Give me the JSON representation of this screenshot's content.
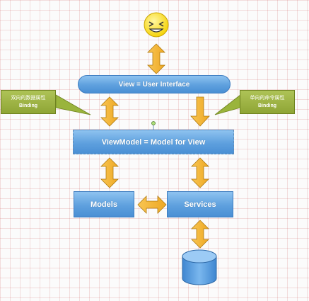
{
  "diagram": {
    "view_label": "View = User Interface",
    "viewmodel_label": "ViewModel = Model for View",
    "models_label": "Models",
    "services_label": "Services",
    "callout_left": {
      "line1": "双向的数据属性",
      "line2": "Binding"
    },
    "callout_right": {
      "line1": "单向的命令属性",
      "line2": "Binding"
    }
  },
  "colors": {
    "box_blue": "#5ea0de",
    "arrow_orange": "#f5b432",
    "callout_green": "#9ab43c",
    "smiley_yellow": "#ffe521"
  },
  "icons": [
    "smiley-face-icon",
    "database-cylinder-icon"
  ]
}
